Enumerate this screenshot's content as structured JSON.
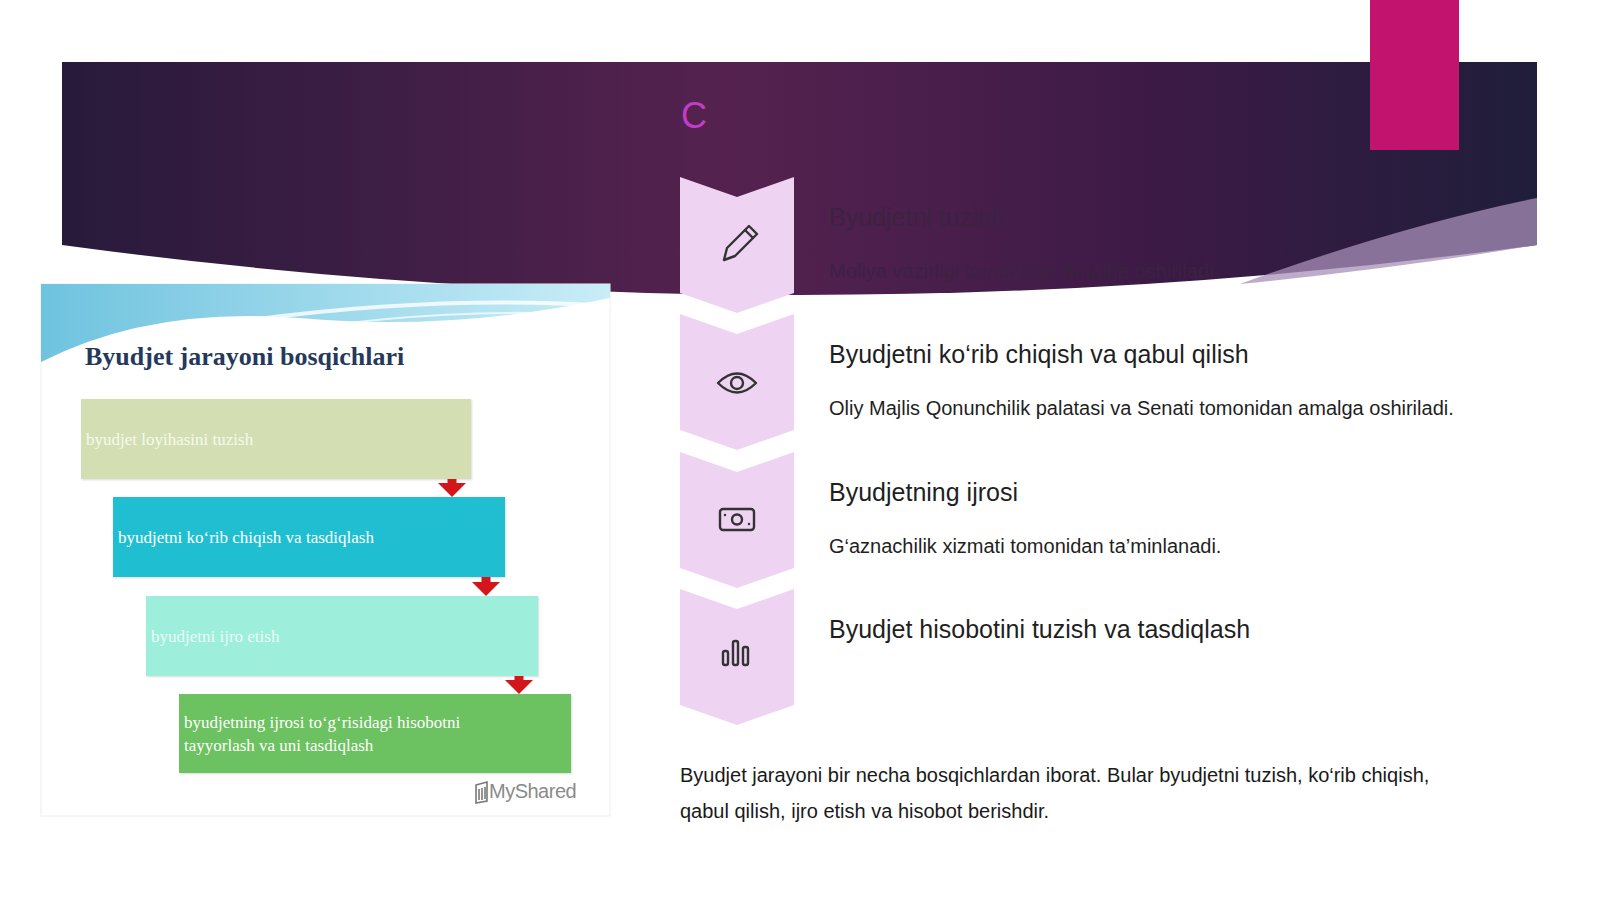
{
  "diagram": {
    "title": "C",
    "caption": "Byudjet jarayoni bir necha bosqichlardan iborat. Bular byudjetni tuzish, ko‘rib chiqish, qabul qilish, ijro etish va hisobot berishdir.",
    "nodes": [
      {
        "text": [
          "Byudjet jarayoni bosqichlari"
        ]
      },
      {
        "text": [
          "byudjet loyihasini tuzish"
        ],
        "in": 0
      },
      {
        "text": [
          "byudjetni ko‘rib chiqish va tasdiqlash"
        ],
        "in": 0
      },
      {
        "text": [
          "byudjetni ijro etish"
        ],
        "in": 0
      },
      {
        "text": [
          "byudjetning ijrosi to‘g‘risidagi hisobotni tayyorlash va uni tasdiqlash"
        ],
        "in": 0
      },
      {
        "text": [
          "Byudjetni tuzish",
          "Moliya vazirligi tomonidan amalga oshiriladi."
        ]
      },
      {
        "text": [
          "Byudjetni ko‘rib chiqish va qabul qilish",
          "Oliy Majlis Qonunchilik palatasi va Senati tomonidan amalga oshiriladi."
        ]
      },
      {
        "text": [
          "Byudjetning ijrosi",
          "G‘aznachilik xizmati tomonidan ta’minlanadi."
        ]
      },
      {
        "text": [
          "Byudjet hisobotini tuzish va tasdiqlash"
        ]
      }
    ],
    "edges": [
      {
        "from": 1,
        "to": 2,
        "arrow": "to"
      },
      {
        "from": 2,
        "to": 3,
        "arrow": "to"
      },
      {
        "from": 3,
        "to": 4,
        "arrow": "to"
      }
    ],
    "labels": [
      "MyShared"
    ]
  }
}
